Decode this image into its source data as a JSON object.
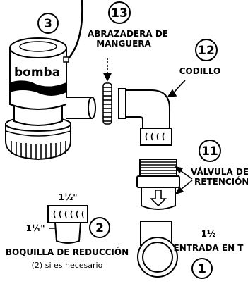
{
  "callouts": [
    {
      "number": "3"
    },
    {
      "number": "13"
    },
    {
      "number": "12"
    },
    {
      "number": "11"
    },
    {
      "number": "2"
    },
    {
      "number": "1"
    }
  ],
  "labels": {
    "pump_word": "bomba",
    "hose_clamp_line1": "ABRAZADERA DE",
    "hose_clamp_line2": "MANGUERA",
    "elbow": "CODILLO",
    "check_valve_line1": "VÁLVULA DE",
    "check_valve_line2": "RETENCIÓN",
    "reducer_size_large": "1½\"",
    "reducer_size_small": "1¼\"",
    "reducer_title": "BOQUILLA DE REDUCCIÓN",
    "reducer_note": "(2) si es necesario",
    "tee_size": "1½",
    "tee_title": "ENTRADA EN T"
  }
}
